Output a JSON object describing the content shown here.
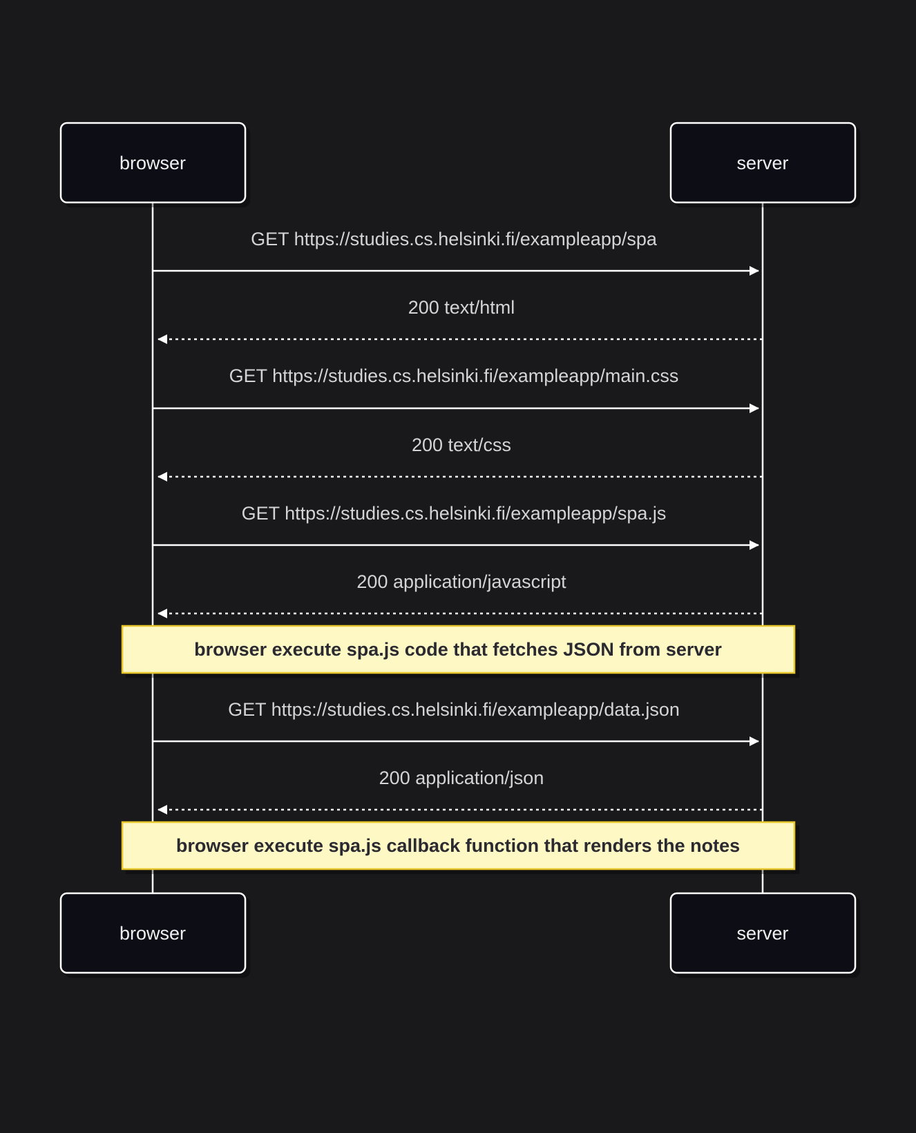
{
  "participants": [
    {
      "id": "browser",
      "label": "browser"
    },
    {
      "id": "server",
      "label": "server"
    }
  ],
  "messages": [
    {
      "from": "browser",
      "to": "server",
      "label": "GET https://studies.cs.helsinki.fi/exampleapp/spa",
      "style": "solid"
    },
    {
      "from": "server",
      "to": "browser",
      "label": "200 text/html",
      "style": "dashed"
    },
    {
      "from": "browser",
      "to": "server",
      "label": "GET https://studies.cs.helsinki.fi/exampleapp/main.css",
      "style": "solid"
    },
    {
      "from": "server",
      "to": "browser",
      "label": "200 text/css",
      "style": "dashed"
    },
    {
      "from": "browser",
      "to": "server",
      "label": "GET https://studies.cs.helsinki.fi/exampleapp/spa.js",
      "style": "solid"
    },
    {
      "from": "server",
      "to": "browser",
      "label": "200 application/javascript",
      "style": "dashed"
    },
    {
      "from": "browser",
      "to": "server",
      "label": "GET https://studies.cs.helsinki.fi/exampleapp/data.json",
      "style": "solid"
    },
    {
      "from": "server",
      "to": "browser",
      "label": "200 application/json",
      "style": "dashed"
    }
  ],
  "notes": [
    {
      "text": "browser execute spa.js code that fetches JSON from server"
    },
    {
      "text": "browser execute spa.js callback function that renders the notes"
    }
  ],
  "colors": {
    "background": "#19191b",
    "actor_fill": "#0d0d14",
    "line": "#ffffff",
    "note_fill": "#fdf8c4",
    "note_border": "#e6c629"
  }
}
